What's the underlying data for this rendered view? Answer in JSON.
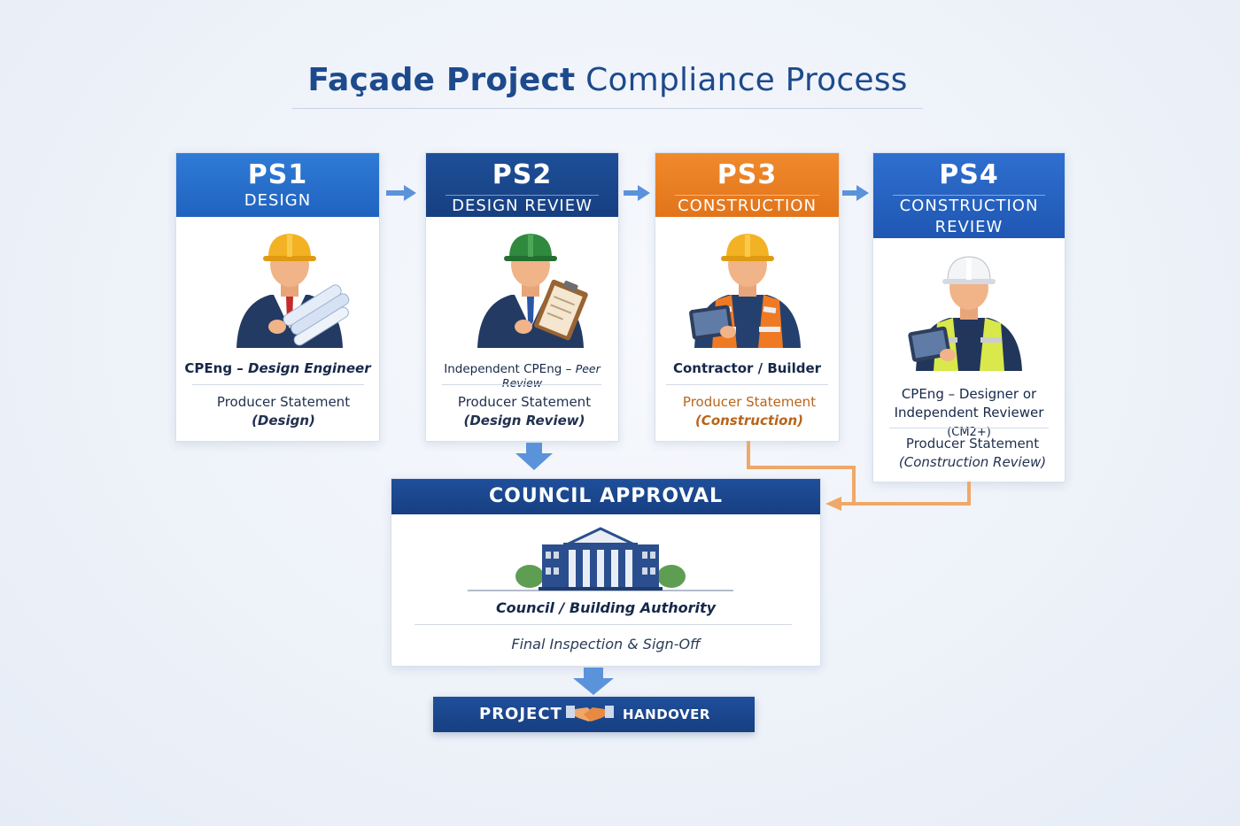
{
  "title": {
    "bold": "Façade Project",
    "rest": "Compliance Process"
  },
  "stages": [
    {
      "code": "PS1",
      "name": "DESIGN",
      "role": "CPEng",
      "role_rest": "Design Engineer",
      "statement": "Producer Statement",
      "statement_type": "(Design)",
      "icon": "design-engineer-icon"
    },
    {
      "code": "PS2",
      "name": "DESIGN REVIEW",
      "role": "Independent CPEng",
      "role_rest": "Peer Review",
      "statement": "Producer Statement",
      "statement_type": "(Design Review)",
      "icon": "peer-reviewer-icon"
    },
    {
      "code": "PS3",
      "name": "CONSTRUCTION",
      "role": "Contractor / Builder",
      "statement": "Producer Statement",
      "statement_type": "(Construction)",
      "icon": "contractor-icon"
    },
    {
      "code": "PS4",
      "name": "CONSTRUCTION",
      "name2": "REVIEW",
      "role_line1": "CPEng – Designer or",
      "role_line2": "Independent Reviewer",
      "role_suffix": "(CM2+)",
      "statement": "Producer Statement",
      "statement_type": "(Construction Review)",
      "icon": "construction-reviewer-icon"
    }
  ],
  "dash": "–",
  "council": {
    "heading": "COUNCIL APPROVAL",
    "authority": "Council / Building Authority",
    "inspection": "Final Inspection & Sign-Off",
    "icon": "council-building-icon"
  },
  "handover": {
    "word1": "PROJECT",
    "word2": "HANDOVER",
    "icon": "handshake-icon"
  },
  "colors": {
    "blue": "#1f63bf",
    "navy": "#173f82",
    "orange": "#e2741a",
    "connector": "#f0a868"
  }
}
